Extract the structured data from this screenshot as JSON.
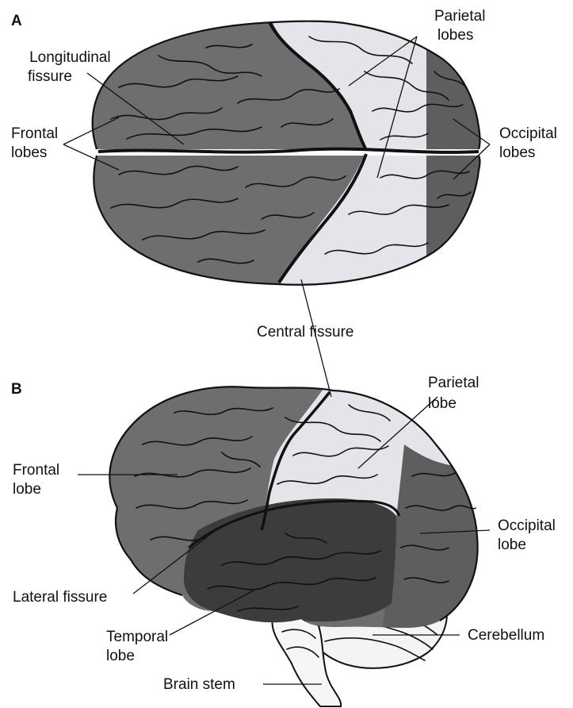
{
  "panels": {
    "a": "A",
    "b": "B"
  },
  "labels": {
    "longitudinal": [
      "Longitudinal",
      "fissure"
    ],
    "parietal_plural": [
      "Parietal",
      "lobes"
    ],
    "frontal_plural": [
      "Frontal",
      "lobes"
    ],
    "occipital_plural": [
      "Occipital",
      "lobes"
    ],
    "central": "Central fissure",
    "parietal": [
      "Parietal",
      "lobe"
    ],
    "frontal": [
      "Frontal",
      "lobe"
    ],
    "occipital": [
      "Occipital",
      "lobe"
    ],
    "lateral": "Lateral fissure",
    "temporal": [
      "Temporal",
      "lobe"
    ],
    "cerebellum": "Cerebellum",
    "brainstem": "Brain stem"
  },
  "colors": {
    "frontal": "#6e6e6e",
    "parietal": "#e4e4ea",
    "occipital": "#5e5e5e",
    "temporal": "#3c3c3c",
    "cerebellum": "#f4f4f4",
    "brainstem": "#f6f6f6",
    "ink": "#111111"
  }
}
